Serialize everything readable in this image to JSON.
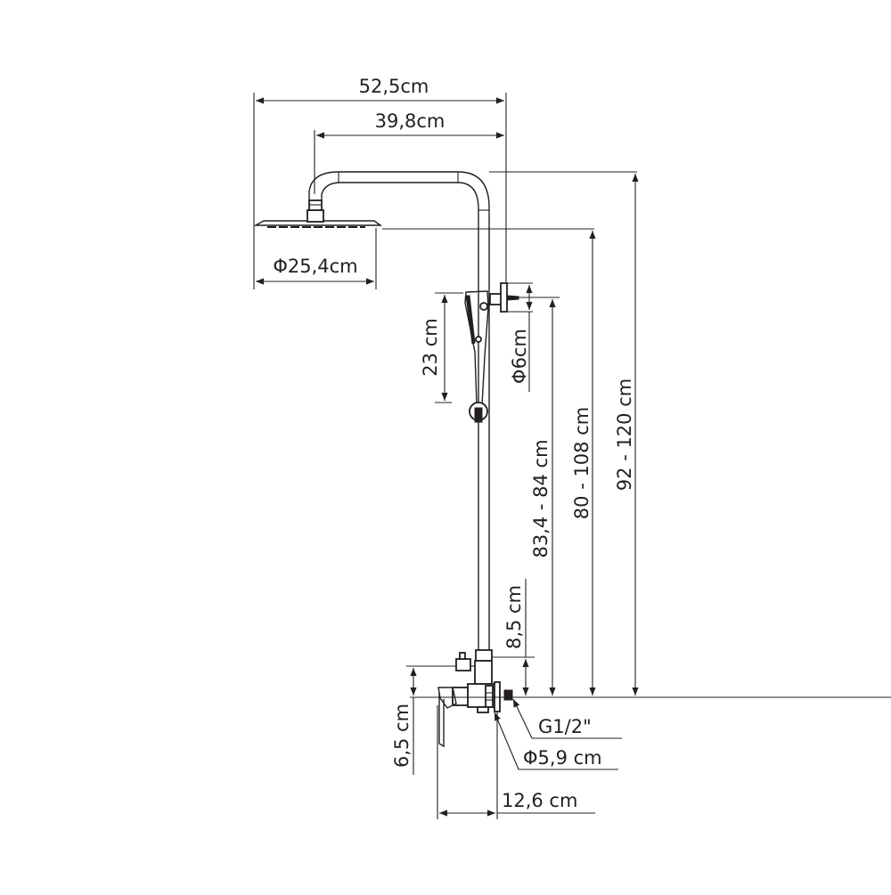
{
  "diagram": {
    "subject": "Shower column technical drawing",
    "line_color": "#231f20",
    "background": "#ffffff",
    "dimensions": {
      "total_width": "52,5cm",
      "arm_length": "39,8cm",
      "head_diameter": "Φ25,4cm",
      "hand_shower_length": "23 cm",
      "holder_diameter": "Φ6cm",
      "holder_height": "83,4 - 84 cm",
      "head_outlet_height": "80 - 108 cm",
      "total_height": "92 - 120 cm",
      "diverter_offset": "8,5 cm",
      "mixer_offset": "6,5 cm",
      "connection_thread": "G1/2\"",
      "escutcheon_diameter": "Φ5,9 cm",
      "mixer_depth": "12,6 cm"
    }
  }
}
